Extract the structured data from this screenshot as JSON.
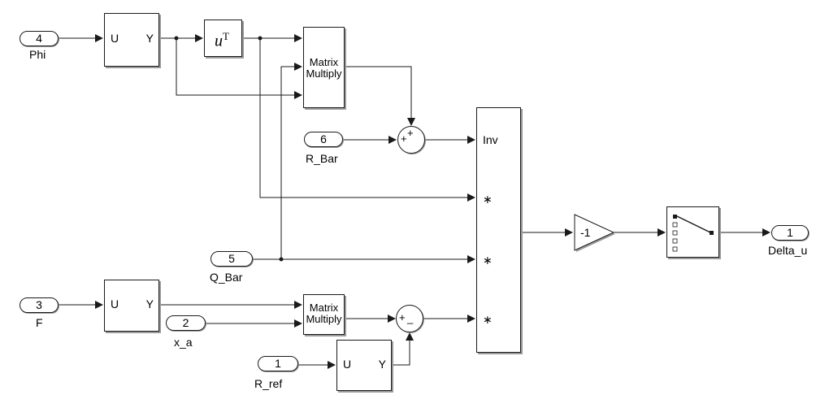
{
  "inports": {
    "phi": {
      "number": "4",
      "name": "Phi"
    },
    "r_bar": {
      "number": "6",
      "name": "R_Bar"
    },
    "q_bar": {
      "number": "5",
      "name": "Q_Bar"
    },
    "f": {
      "number": "3",
      "name": "F"
    },
    "x_a": {
      "number": "2",
      "name": "x_a"
    },
    "r_ref": {
      "number": "1",
      "name": "R_ref"
    }
  },
  "outport": {
    "number": "1",
    "name": "Delta_u"
  },
  "uy_block": {
    "in": "U",
    "out": "Y"
  },
  "transpose": {
    "base": "u",
    "sup": "T"
  },
  "matrix_multiply": {
    "line1": "Matrix",
    "line2": "Multiply"
  },
  "sum_top": {
    "signs": "+",
    "signs2": "+"
  },
  "sum_bottom": {
    "signs": "+",
    "signs2": "_"
  },
  "product": {
    "inputs": [
      "Inv",
      "∗",
      "∗",
      "∗"
    ]
  },
  "gain": {
    "value": "-1"
  },
  "colors": {
    "line": "#1a1a1a",
    "shadow": "#9a9a9a",
    "background": "#ffffff"
  }
}
